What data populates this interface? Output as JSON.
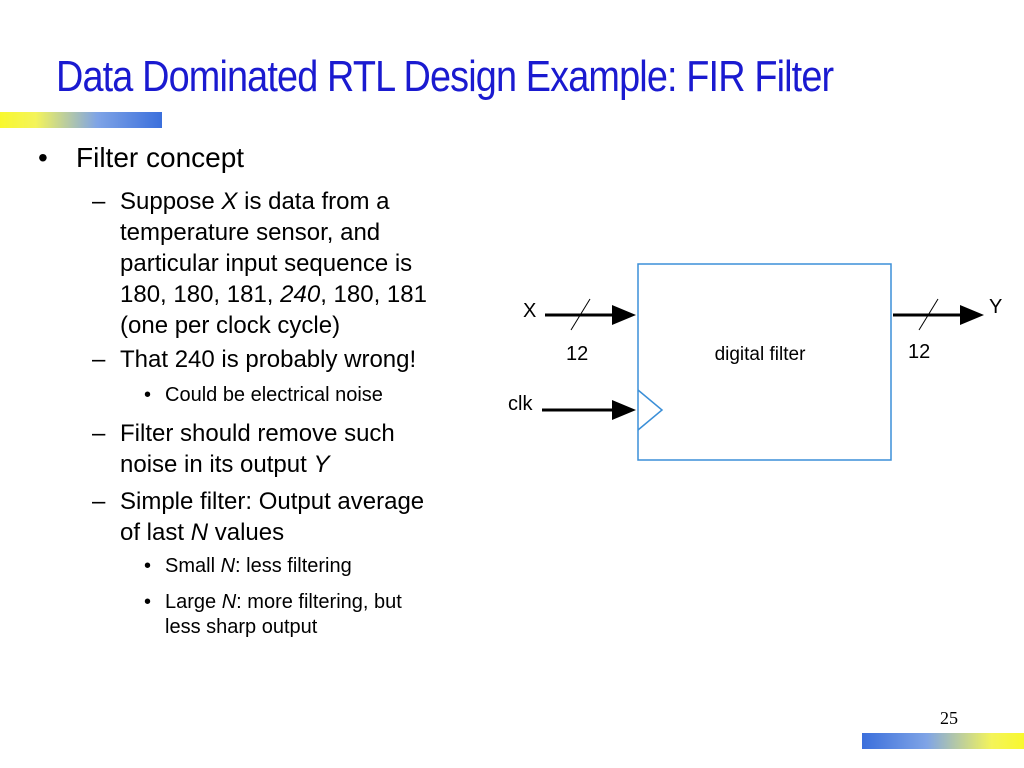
{
  "title": "Data Dominated RTL Design Example: FIR Filter",
  "bullets": {
    "filter_concept": "Filter concept",
    "suppose": {
      "pre": "Suppose ",
      "var": "X",
      "post": " is data from a",
      "line2": "temperature sensor, and",
      "line3": "particular input sequence is",
      "line4_pre": "180, 180, 181, ",
      "line4_em": "240",
      "line4_post": ", 180, 181",
      "line5": "(one per clock cycle)"
    },
    "wrong": "That 240 is probably wrong!",
    "noise": "Could be electrical noise",
    "remove": {
      "line1": "Filter should remove such",
      "line2_pre": "noise in its output ",
      "line2_var": "Y"
    },
    "simple": {
      "line1": "Simple filter: Output average",
      "line2_pre": "of last ",
      "line2_var": "N",
      "line2_post": " values"
    },
    "small": {
      "pre": "Small ",
      "var": "N",
      "post": ": less filtering"
    },
    "large": {
      "pre": "Large ",
      "var": "N",
      "post": ": more filtering, but",
      "line2": "less sharp output"
    }
  },
  "markers": {
    "l1": "•",
    "l2": "–",
    "l3": "•"
  },
  "diagram": {
    "block_label": "digital filter",
    "input_label": "X",
    "output_label": "Y",
    "clock_label": "clk",
    "input_width": "12",
    "output_width": "12"
  },
  "colors": {
    "title": "#1a1ad0",
    "block_border": "#3b8fd8"
  },
  "page_number": "25"
}
